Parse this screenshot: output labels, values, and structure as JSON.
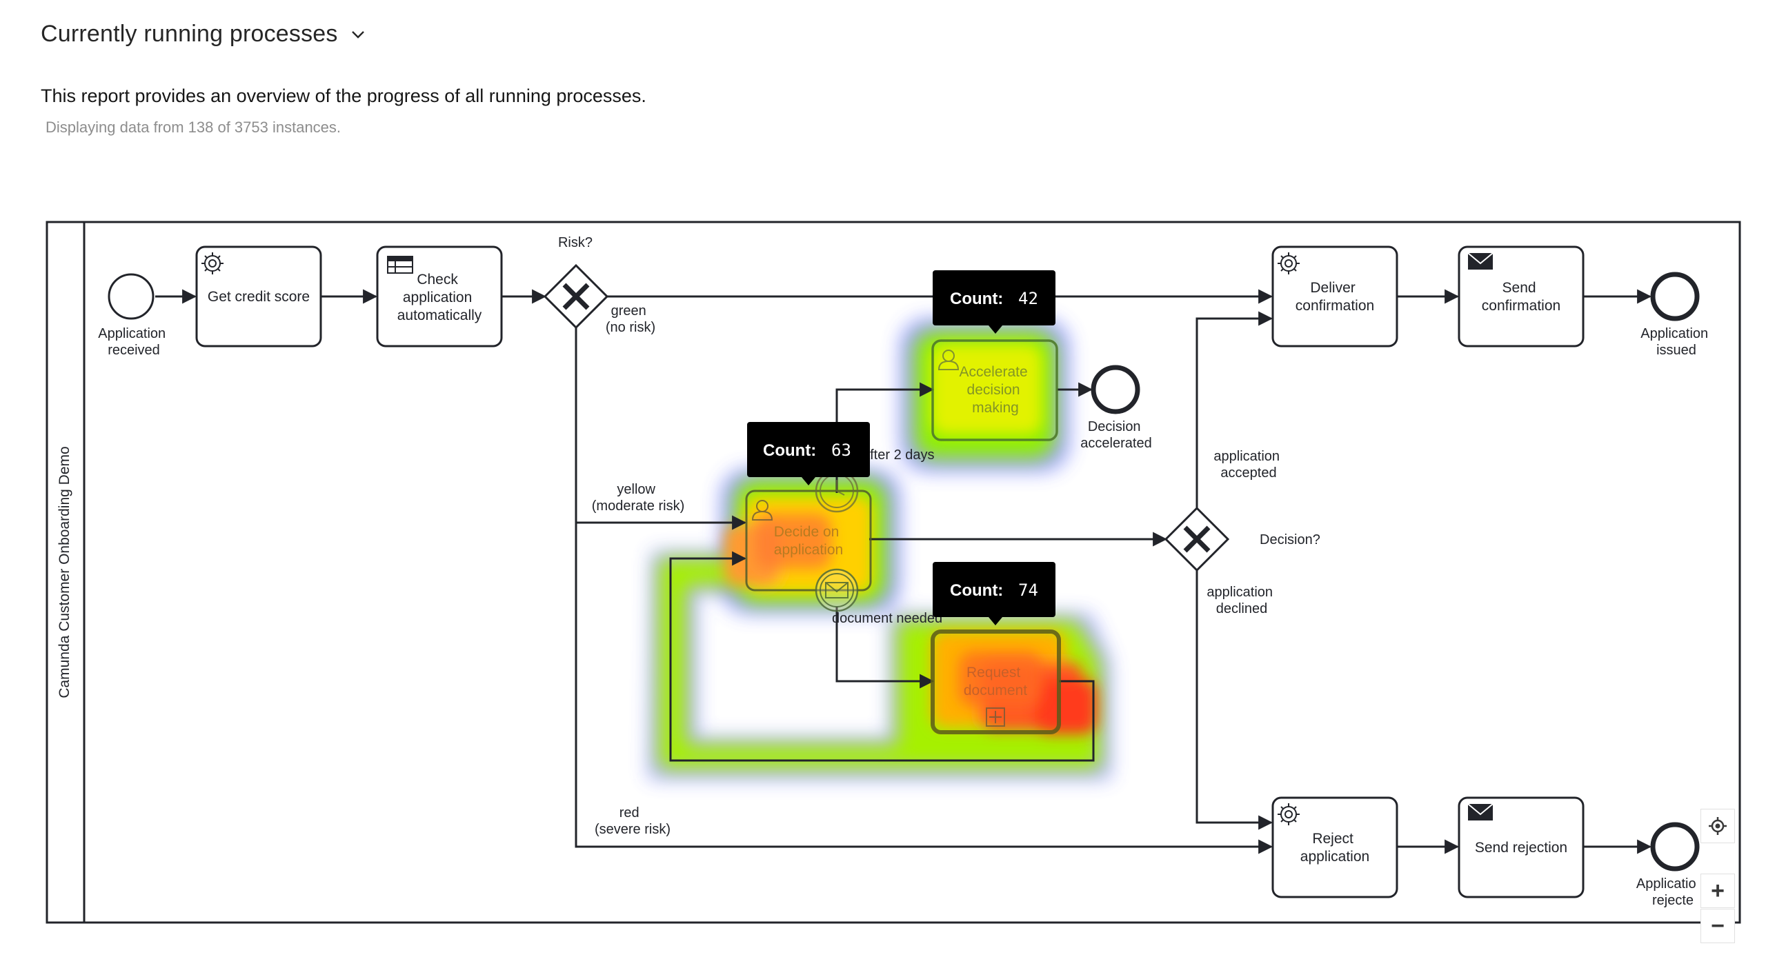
{
  "header": {
    "title": "Currently running processes",
    "description": "This report provides an overview of the progress of all running processes.",
    "instances": "Displaying data from 138 of 3753 instances."
  },
  "diagram": {
    "pool_label": "Camunda Customer Onboarding Demo",
    "events": {
      "application_received": [
        "Application",
        "received"
      ],
      "decision_accelerated": [
        "Decision",
        "accelerated"
      ],
      "application_issued": [
        "Application",
        "issued"
      ],
      "application_rejected": [
        "Applicatio",
        "rejecte"
      ]
    },
    "tasks": {
      "get_credit_score": [
        "Get credit score"
      ],
      "check_application": [
        "Check",
        "application",
        "automatically"
      ],
      "accelerate_decision": [
        "Accelerate",
        "decision",
        "making"
      ],
      "decide_on_application": [
        "Decide on",
        "application"
      ],
      "request_document": [
        "Request",
        "document"
      ],
      "deliver_confirmation": [
        "Deliver",
        "confirmation"
      ],
      "send_confirmation": [
        "Send",
        "confirmation"
      ],
      "reject_application": [
        "Reject",
        "application"
      ],
      "send_rejection": [
        "Send rejection"
      ]
    },
    "gateways": {
      "risk": "Risk?",
      "decision": "Decision?"
    },
    "flow_labels": {
      "green": [
        "green",
        "(no risk)"
      ],
      "yellow": [
        "yellow",
        "(moderate risk)"
      ],
      "red": [
        "red",
        "(severe risk)"
      ],
      "after_2_days": "after 2 days",
      "document_needed": "document needed",
      "accepted": [
        "application",
        "accepted"
      ],
      "declined": [
        "application",
        "declined"
      ]
    },
    "tooltips": {
      "accelerate": {
        "label": "Count:",
        "value": "42"
      },
      "decide": {
        "label": "Count:",
        "value": "63"
      },
      "request": {
        "label": "Count:",
        "value": "74"
      }
    },
    "colors": {
      "stroke": "#22242a",
      "heat_hot": "#ff3b1f",
      "heat_warm": "#ffd400",
      "heat_mid": "#7ef000",
      "heat_cool": "#4b5cff",
      "tooltip_bg": "#000000"
    }
  },
  "controls": {
    "reset_icon": "crosshair-icon",
    "zoom_in": "+",
    "zoom_out": "−"
  }
}
